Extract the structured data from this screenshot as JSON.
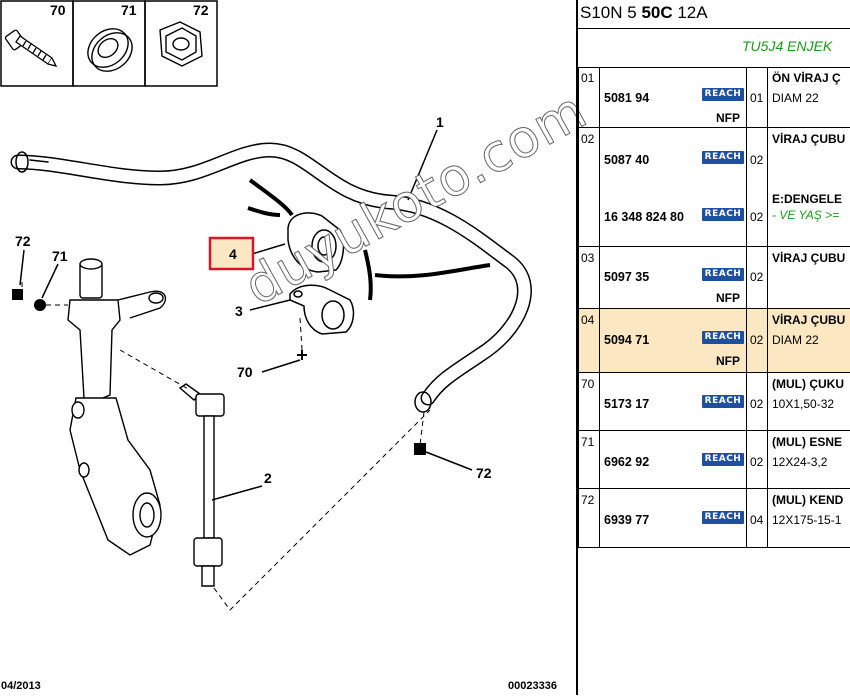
{
  "title": {
    "prefix": "S10N 5 ",
    "bold": "50C",
    "suffix": " 12A"
  },
  "header": {
    "engine": "TU5J4 ENJEK"
  },
  "thumbnails": [
    {
      "num": "70",
      "icon": "bolt-icon"
    },
    {
      "num": "71",
      "icon": "washer-icon"
    },
    {
      "num": "72",
      "icon": "nut-icon"
    }
  ],
  "diagram_labels": {
    "l1": "1",
    "l2": "2",
    "l3": "3",
    "l4": "4",
    "l70": "70",
    "l71": "71",
    "l72a": "72",
    "l72b": "72"
  },
  "watermark": "duyukoto.com",
  "footer": {
    "left": "04/2013",
    "right": "00023336"
  },
  "rows": [
    {
      "idx": "01",
      "ref": "5081 94",
      "badge": "REACH",
      "qty": "01",
      "nfp": "NFP",
      "name": "ÖN VİRAJ Ç",
      "sub": "DIAM 22"
    },
    {
      "idx": "02",
      "ref": "5087 40",
      "badge": "REACH",
      "qty": "02",
      "ref2": "16 348 824 80",
      "badge2": "REACH",
      "qty2": "02",
      "name": "VİRAJ ÇUBU",
      "sub": "E:DENGELE",
      "green": "- VE YAŞ >="
    },
    {
      "idx": "03",
      "ref": "5097 35",
      "badge": "REACH",
      "qty": "02",
      "nfp": "NFP",
      "name": "VİRAJ ÇUBU"
    },
    {
      "idx": "04",
      "ref": "5094 71",
      "badge": "REACH",
      "qty": "02",
      "nfp": "NFP",
      "name": "VİRAJ ÇUBU",
      "sub": "DIAM 22",
      "selected": true
    },
    {
      "idx": "70",
      "ref": "5173 17",
      "badge": "REACH",
      "qty": "02",
      "name": "(MUL) ÇUKU",
      "sub": "10X1,50-32"
    },
    {
      "idx": "71",
      "ref": "6962 92",
      "badge": "REACH",
      "qty": "02",
      "name": "(MUL) ESNE",
      "sub": "12X24-3,2"
    },
    {
      "idx": "72",
      "ref": "6939 77",
      "badge": "REACH",
      "qty": "04",
      "name": "(MUL) KEND",
      "sub": "12X175-15-1"
    }
  ]
}
